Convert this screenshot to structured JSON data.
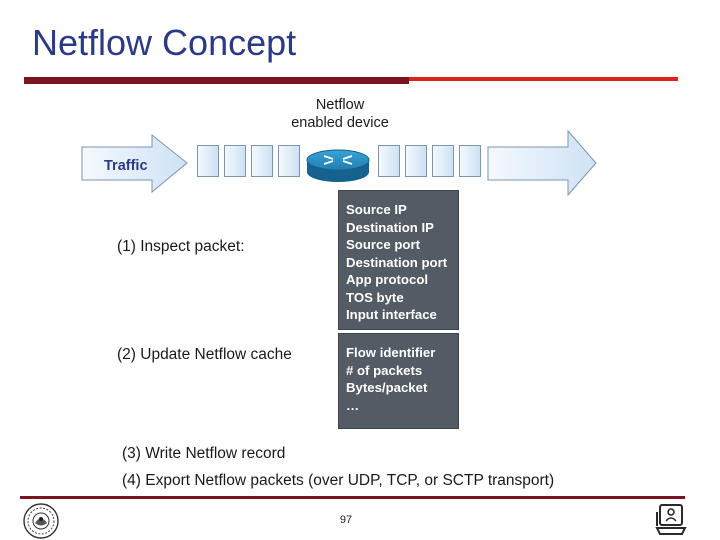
{
  "title": "Netflow Concept",
  "device": {
    "label_line1": "Netflow",
    "label_line2": "enabled device",
    "icon": "router-icon"
  },
  "traffic_label": "Traffic",
  "inspect_fields": [
    "Source IP",
    "Destination IP",
    "Source port",
    "Destination port",
    "App protocol",
    "TOS byte",
    "Input interface"
  ],
  "cache_fields": [
    "Flow identifier",
    "# of packets",
    "Bytes/packet",
    "…"
  ],
  "steps": [
    "(1) Inspect packet:",
    "(2) Update Netflow cache",
    "(3) Write Netflow record",
    "(4) Export Netflow packets (over UDP, TCP, or SCTP transport)"
  ],
  "footer": {
    "page_number": "97",
    "left_logo": "university-seal-logo",
    "right_logo": "computer-lab-logo"
  },
  "colors": {
    "title": "#2b3a87",
    "rule_dark": "#7a1420",
    "rule_red": "#d8261c",
    "box_fill": "#535b65",
    "arrow_fill": "#d9e9f7",
    "router_fill": "#1f84b8"
  }
}
